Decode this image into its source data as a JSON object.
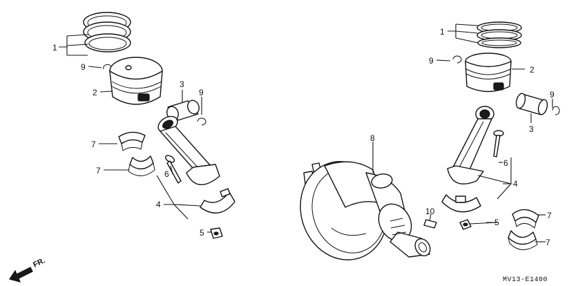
{
  "callouts": {
    "piston_rings": "1",
    "piston": "2",
    "piston_pin": "3",
    "connecting_rod": "4",
    "nut": "5",
    "bolt": "6",
    "bearing": "7",
    "crankshaft": "8",
    "pin_clip": "9",
    "key": "10"
  },
  "direction_label": "FR.",
  "diagram_code": "MV13-E1400"
}
